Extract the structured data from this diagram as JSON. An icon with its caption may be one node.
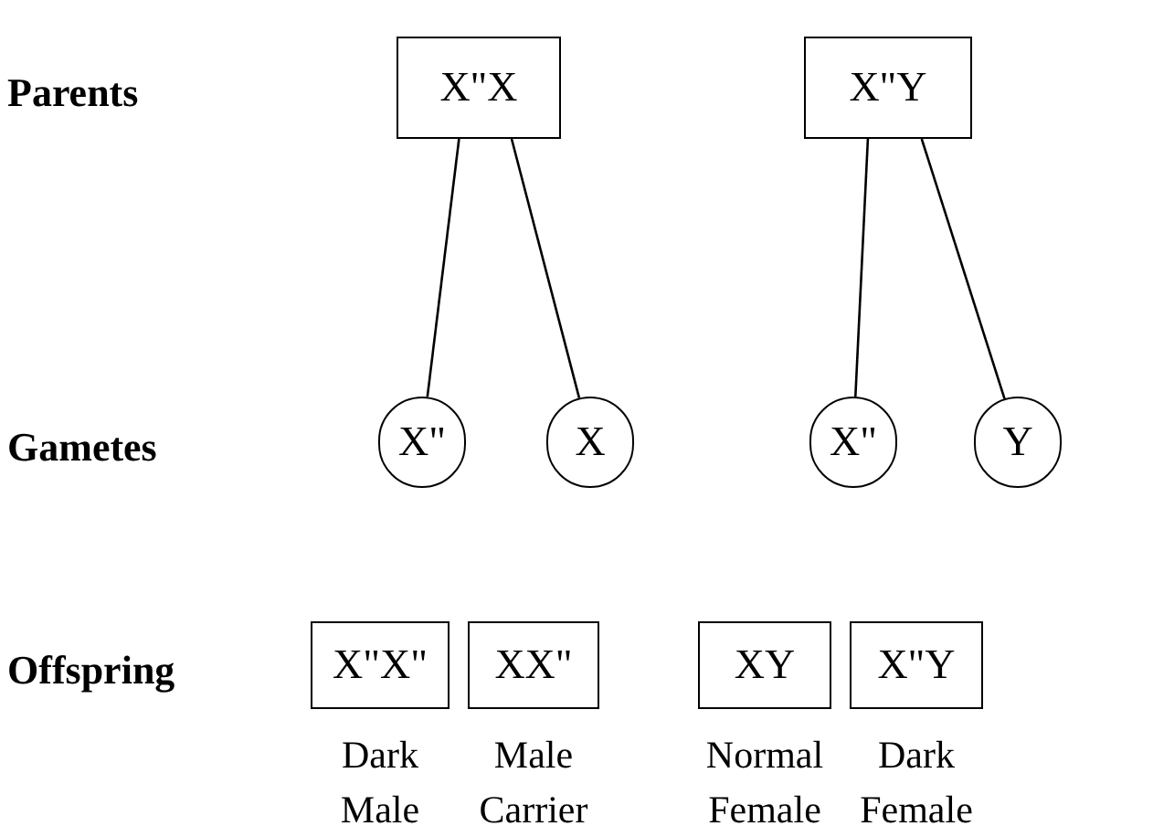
{
  "diagram": {
    "nodes": [
      {
        "text": [
          "X\"X"
        ]
      },
      {
        "text": [
          "X\"Y"
        ]
      },
      {
        "text": [
          "X\""
        ]
      },
      {
        "text": [
          "X"
        ]
      },
      {
        "text": [
          "X\""
        ]
      },
      {
        "text": [
          "Y"
        ]
      },
      {
        "text": [
          "X\"X\""
        ],
        "beside": [
          "Dark Male"
        ]
      },
      {
        "text": [
          "XX\""
        ],
        "beside": [
          "Male Carrier"
        ]
      },
      {
        "text": [
          "XY"
        ],
        "beside": [
          "Normal Female"
        ]
      },
      {
        "text": [
          "X\"Y"
        ],
        "beside": [
          "Dark Female"
        ]
      }
    ],
    "edges": [
      {
        "from": 0,
        "to": 2,
        "arrow": "none"
      },
      {
        "from": 0,
        "to": 3,
        "arrow": "none"
      },
      {
        "from": 1,
        "to": 4,
        "arrow": "none"
      },
      {
        "from": 1,
        "to": 5,
        "arrow": "none"
      }
    ],
    "labels": [
      "Parents",
      "Gametes",
      "Offspring"
    ]
  }
}
